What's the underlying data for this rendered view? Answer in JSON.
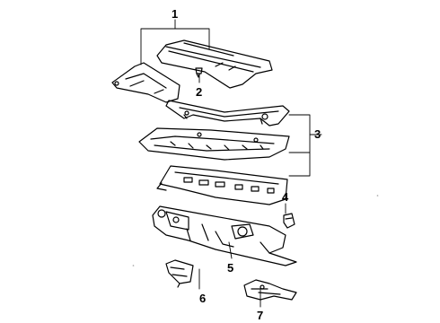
{
  "callouts": [
    "1",
    "2",
    "3",
    "4",
    "5",
    "6",
    "7"
  ],
  "colors": {
    "ink": "#000000",
    "paper": "#ffffff"
  }
}
